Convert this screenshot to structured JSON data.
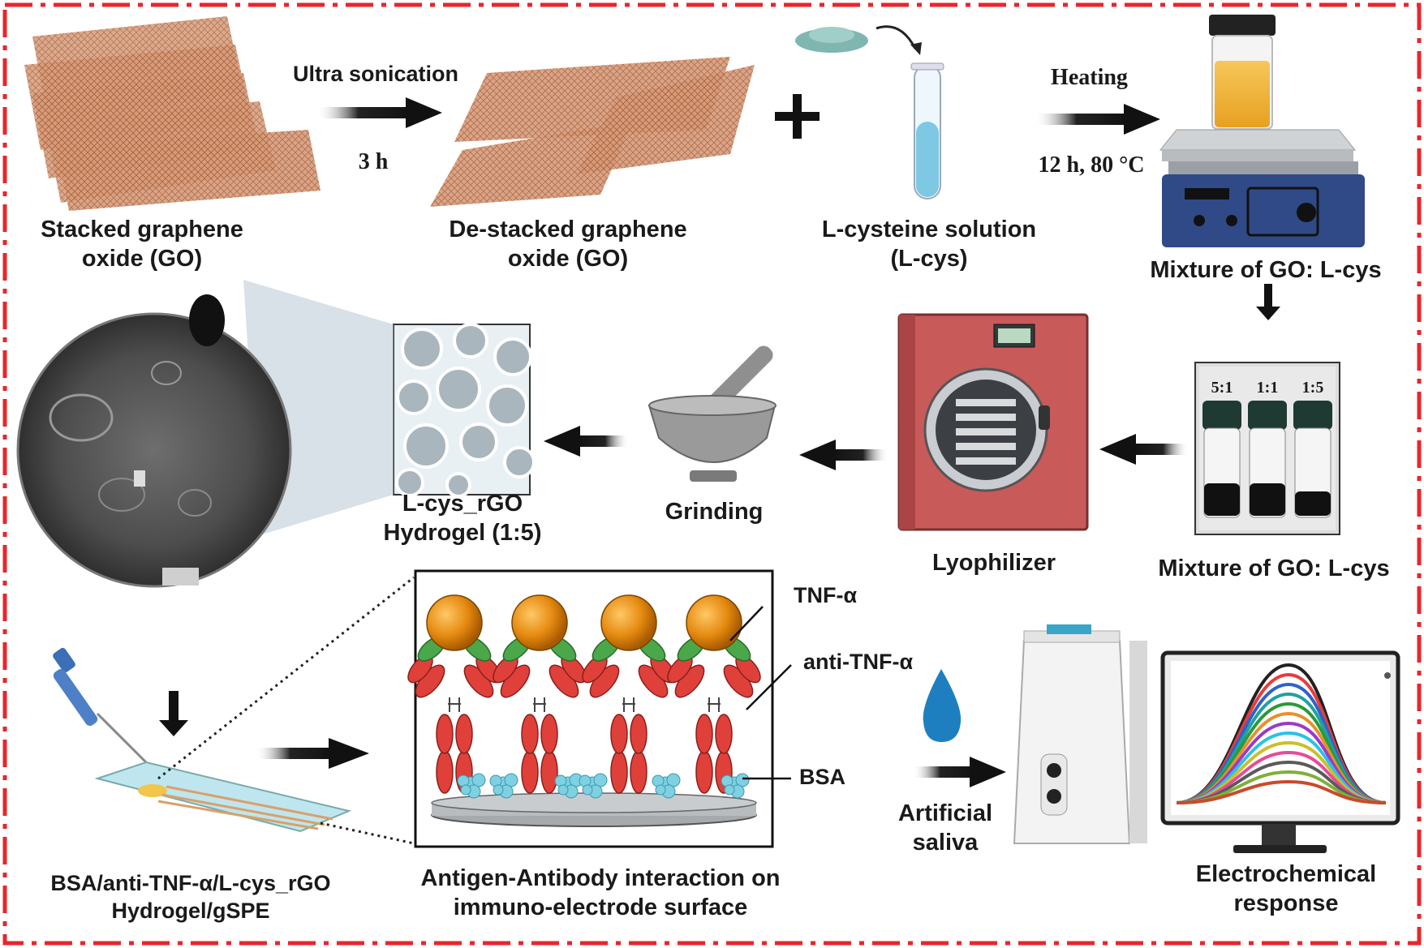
{
  "step1": {
    "line1": "Stacked graphene",
    "line2": "oxide (GO)"
  },
  "arrow_sonication": {
    "top": "Ultra sonication",
    "bottom": "3 h"
  },
  "step2": {
    "line1": "De-stacked graphene",
    "line2": "oxide (GO)"
  },
  "step3": {
    "line1": "L-cysteine solution",
    "line2": "(L-cys)"
  },
  "arrow_heating": {
    "top": "Heating",
    "bottom": "12 h, 80 °C"
  },
  "step4": {
    "label": "Mixture of GO: L-cys"
  },
  "vials": {
    "labels": [
      "5:1",
      "1:1",
      "1:5"
    ],
    "caption": "Mixture of GO: L-cys"
  },
  "lyophilizer": {
    "label": "Lyophilizer"
  },
  "grinding": {
    "label": "Grinding"
  },
  "hydrogel": {
    "line1": "L-cys_rGO",
    "line2": "Hydrogel (1:5)"
  },
  "electrode": {
    "line1": "BSA/anti-TNF-α/L-cys_rGO",
    "line2": "Hydrogel/gSPE"
  },
  "interaction": {
    "line1": "Antigen-Antibody interaction on",
    "line2": "immuno-electrode surface",
    "tnf": "TNF-α",
    "anti_tnf": "anti-TNF-α",
    "bsa": "BSA"
  },
  "saliva": {
    "line1": "Artificial",
    "line2": "saliva"
  },
  "response": {
    "line1": "Electrochemical",
    "line2": "response"
  },
  "colors": {
    "frame": "#e8262a",
    "go_sheet": "#c9835f",
    "tube_liquid": "#7ec8e3",
    "lyophilizer": "#c95a5a",
    "tnf": "#e58a10",
    "antibody_red": "#e0403a",
    "antibody_green": "#4aa84a",
    "bsa": "#7fd0e0"
  }
}
